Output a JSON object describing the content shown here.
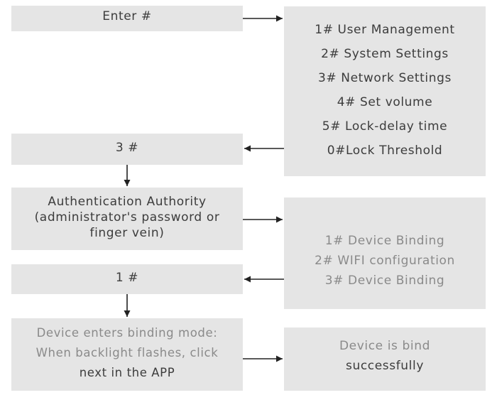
{
  "enter_box": {
    "text": "Enter #"
  },
  "menu_box": {
    "items": [
      "1# User Management",
      "2# System Settings",
      "3# Network Settings",
      "4# Set volume",
      "5# Lock-delay time",
      "0#Lock Threshold"
    ]
  },
  "select_three_box": {
    "text": "3 #"
  },
  "auth_box": {
    "lines": [
      "Authentication Authority",
      "(administrator's password or",
      "finger vein)"
    ]
  },
  "network_menu_box": {
    "items": [
      "1# Device Binding",
      "2# WIFI configuration",
      "3# Device Binding"
    ]
  },
  "select_one_box": {
    "text": "1 #"
  },
  "binding_mode_box": {
    "lines": [
      "Device enters binding mode:",
      "When backlight flashes, click",
      "next in the APP"
    ]
  },
  "success_box": {
    "lines": [
      "Device is bind",
      "successfully"
    ]
  },
  "colors": {
    "box_fill": "#e5e5e5",
    "text_dark": "#3c3c3c",
    "text_light": "#8a8a8a",
    "arrow": "#222222"
  }
}
